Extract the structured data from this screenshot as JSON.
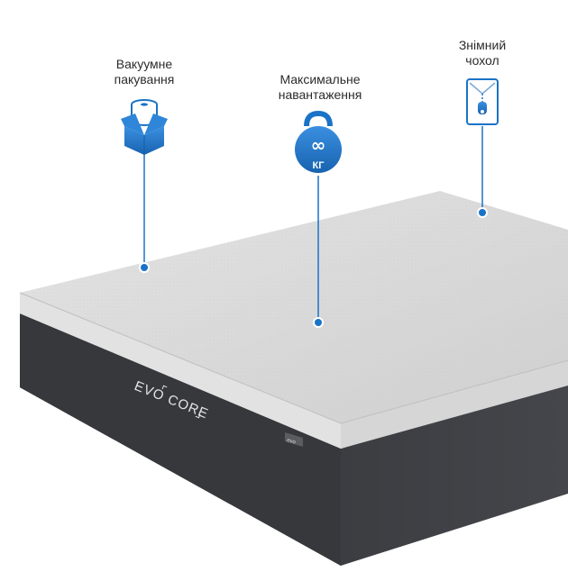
{
  "features": [
    {
      "id": "vacuum",
      "label": "Вакуумне\nпакування",
      "icon": "vacuum-package-icon"
    },
    {
      "id": "load",
      "label": "Максимальне\nнавантаження",
      "icon": "weight-infinity-icon",
      "icon_symbol": "∞",
      "icon_unit": "КГ"
    },
    {
      "id": "cover",
      "label": "Знімний\nчохол",
      "icon": "zipper-cover-icon"
    }
  ],
  "mattress": {
    "brand_left": "EVO",
    "brand_right": "CORE",
    "tag_text": "evo"
  },
  "colors": {
    "accent_blue": "#1a73c7",
    "top_surface": "#dcdcdc",
    "side_dark": "#3a3b3f"
  }
}
